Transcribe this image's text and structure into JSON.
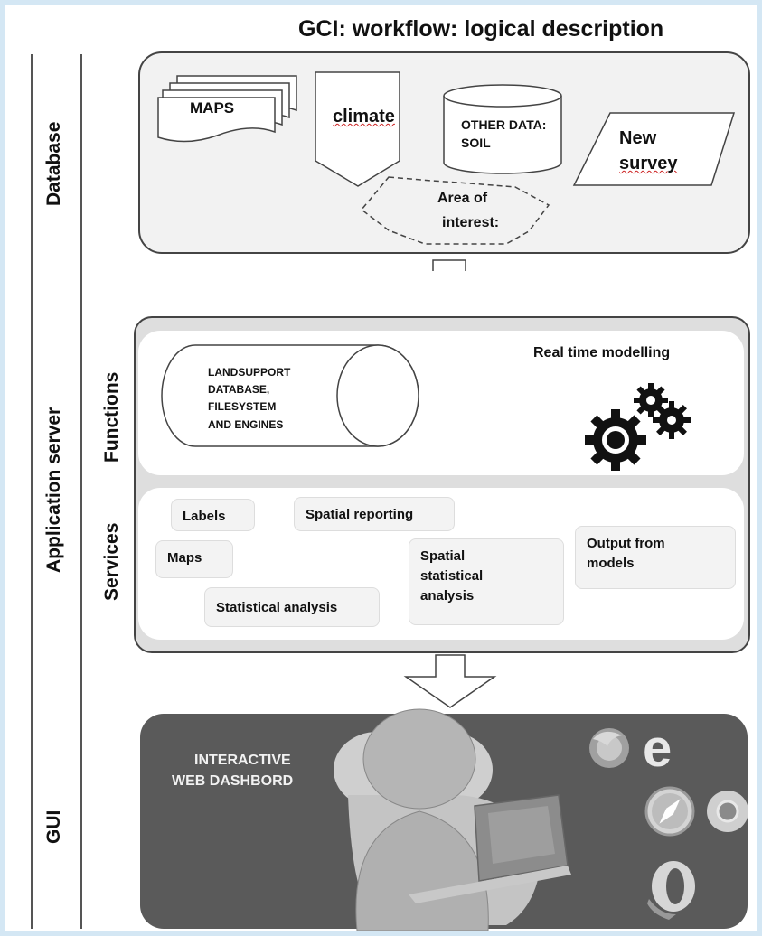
{
  "title": "GCI: workflow: logical description",
  "side_labels": {
    "database": "Database",
    "application_server": "Application server",
    "functions": "Functions",
    "services": "Services",
    "gui": "GUI"
  },
  "database": {
    "maps": "MAPS",
    "climate": "climate",
    "other_data_line1": "OTHER DATA:",
    "other_data_line2": "SOIL",
    "new_survey_line1": "New",
    "new_survey_line2": "survey",
    "area_line1": "Area of",
    "area_line2": "interest:"
  },
  "functions": {
    "cylinder_lines": [
      "LANDSUPPORT",
      "DATABASE,",
      "FILESYSTEM",
      "AND ENGINES"
    ],
    "real_time": "Real time modelling"
  },
  "services": {
    "labels": "Labels",
    "spatial_reporting": "Spatial reporting",
    "maps": "Maps",
    "spatial_statistical_lines": [
      "Spatial",
      "statistical",
      "analysis"
    ],
    "output_lines": [
      "Output from",
      "models"
    ],
    "statistical_analysis": "Statistical analysis"
  },
  "gui": {
    "dashboard_line1": "INTERACTIVE",
    "dashboard_line2": "WEB DASHBORD"
  },
  "icons": [
    "gears-icon",
    "user-laptop-icon",
    "firefox-icon",
    "edge-icon",
    "safari-icon",
    "chrome-icon",
    "opera-icon"
  ]
}
